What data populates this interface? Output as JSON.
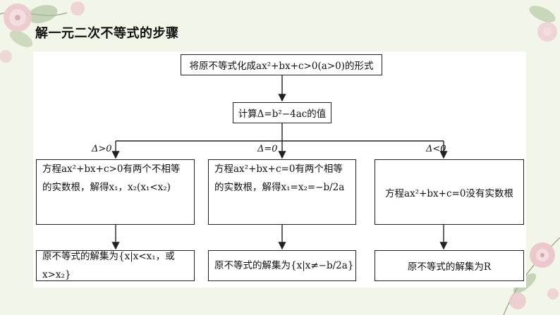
{
  "title": "解一元二次不等式的步骤",
  "flowchart": {
    "top": "将原不等式化成ax²+bx+c>0(a>0)的形式",
    "compute": "计算Δ=b²−4ac的值",
    "branches": [
      {
        "condition": "Δ>0",
        "roots_line1": "方程ax²+bx+c>0有两个不相等",
        "roots_line2": "的实数根，解得x₁，x₂(x₁<x₂)",
        "solution": "原不等式的解集为{x|x<x₁，或x>x₂}"
      },
      {
        "condition": "Δ=0",
        "roots_line1": "方程ax²+bx+c=0有两个相等",
        "roots_line2": "的实数根，解得x₁=x₂=−b/2a",
        "solution": "原不等式的解集为{x|x≠−b/2a}"
      },
      {
        "condition": "Δ<0",
        "roots_line1": "方程ax²+bx+c=0没有实数根",
        "solution": "原不等式的解集为R"
      }
    ]
  },
  "colors": {
    "background": "#f2f6e9",
    "panel": "#ffffff",
    "line": "#222222",
    "flower_pink": "#ecc8cc",
    "leaf_green": "#9fb88a"
  }
}
